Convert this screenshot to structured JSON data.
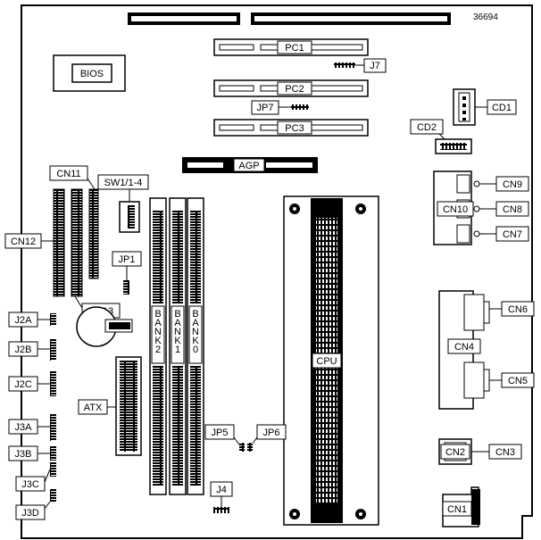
{
  "diagram": {
    "code": "36694",
    "labels": {
      "bios": "BIOS",
      "pc1": "PC1",
      "pc2": "PC2",
      "pc3": "PC3",
      "j7": "J7",
      "jp7": "JP7",
      "cd1": "CD1",
      "cd2": "CD2",
      "agp": "AGP",
      "cn11": "CN11",
      "sw": "SW1/1-4",
      "cn12": "CN12",
      "jp1": "JP1",
      "cn13": "CN13",
      "j2a": "J2A",
      "j2b": "J2B",
      "j2c": "J2C",
      "atx": "ATX",
      "j3a": "J3A",
      "j3b": "J3B",
      "j3c": "J3C",
      "j3d": "J3D",
      "bank2": "BANK2",
      "bank1": "BANK1",
      "bank0": "BANK0",
      "cpu": "CPU",
      "jp5": "JP5",
      "jp6": "JP6",
      "j4": "J4",
      "cn9": "CN9",
      "cn10": "CN10",
      "cn8": "CN8",
      "cn7": "CN7",
      "cn6": "CN6",
      "cn4": "CN4",
      "cn5": "CN5",
      "cn2": "CN2",
      "cn3": "CN3",
      "cn1": "CN1"
    }
  }
}
